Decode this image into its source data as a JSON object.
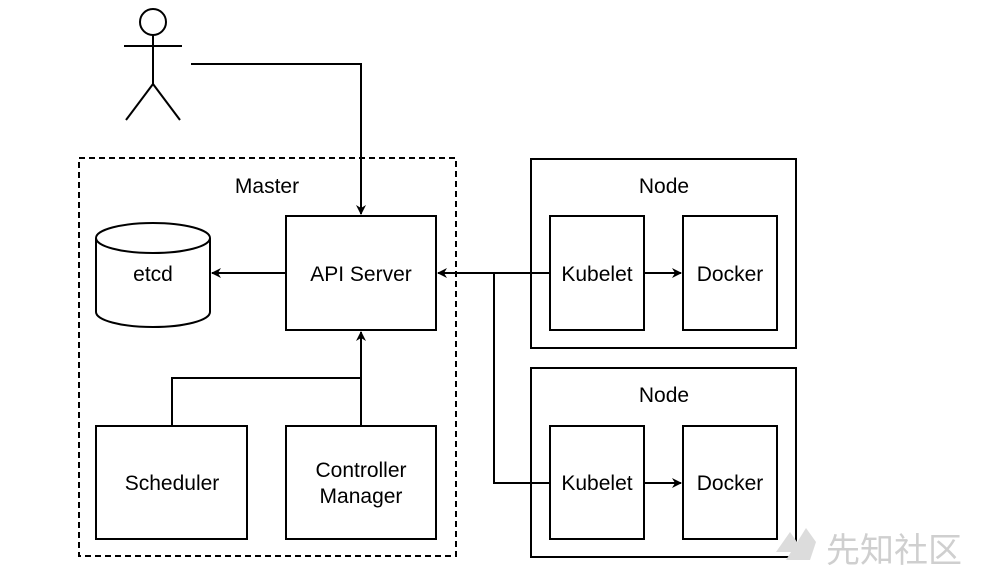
{
  "master": {
    "label": "Master"
  },
  "etcd": {
    "label": "etcd"
  },
  "api_server": {
    "label": "API Server"
  },
  "scheduler": {
    "label": "Scheduler"
  },
  "controller_manager": {
    "line1": "Controller",
    "line2": "Manager"
  },
  "nodes": [
    {
      "label": "Node",
      "kubelet": "Kubelet",
      "docker": "Docker"
    },
    {
      "label": "Node",
      "kubelet": "Kubelet",
      "docker": "Docker"
    }
  ],
  "watermark": {
    "text": "先知社区"
  }
}
